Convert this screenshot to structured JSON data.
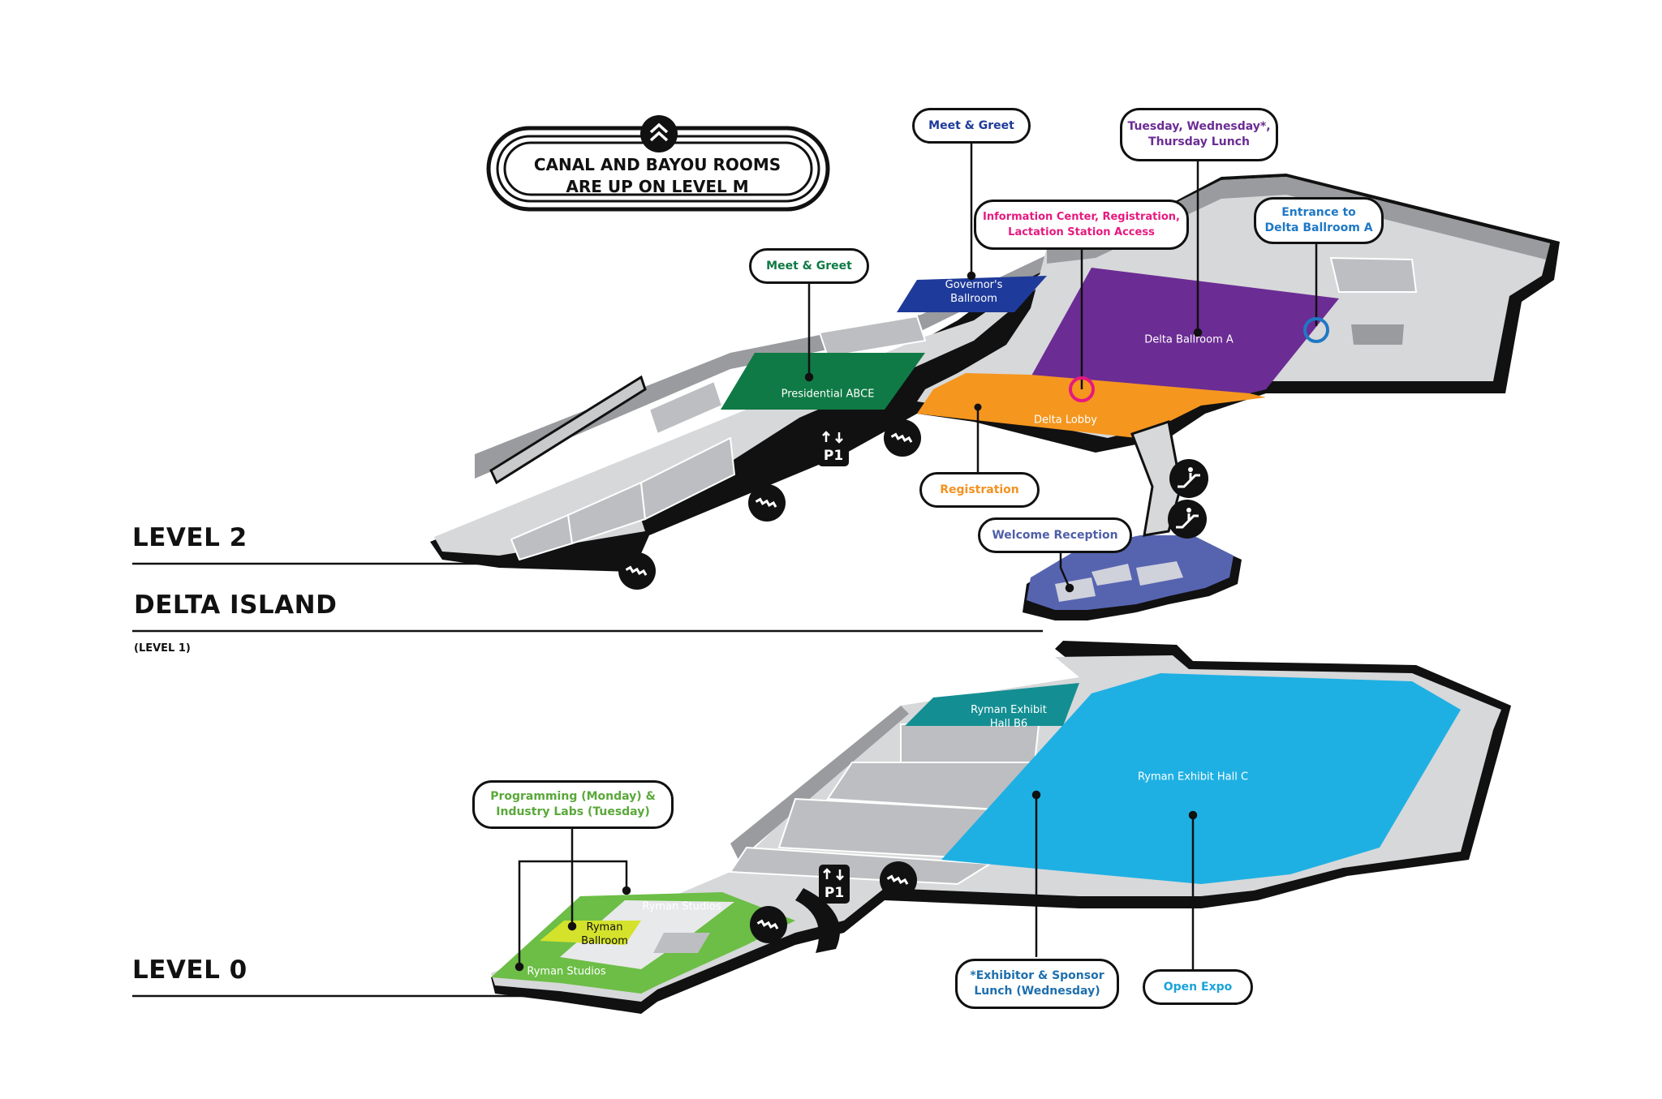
{
  "notice": {
    "line1": "CANAL AND BAYOU ROOMS",
    "line2": "ARE UP ON LEVEL M",
    "icon": "double-chevron-up-icon"
  },
  "levels": {
    "level2": "LEVEL 2",
    "delta_island": "DELTA ISLAND",
    "delta_island_sub": "(LEVEL 1)",
    "level0": "LEVEL 0"
  },
  "rooms": {
    "governors_ballroom": [
      "Governor's",
      "Ballroom"
    ],
    "presidential": "Presidential ABCE",
    "delta_ballroom_a": "Delta Ballroom A",
    "delta_lobby": "Delta Lobby",
    "ryman_b6": [
      "Ryman Exhibit",
      "Hall B6"
    ],
    "ryman_c": "Ryman Exhibit Hall C",
    "ryman_studios_top": "Ryman Studios",
    "ryman_ballroom": [
      "Ryman",
      "Ballroom"
    ],
    "ryman_studios_bottom": "Ryman Studios"
  },
  "callouts": {
    "meet_greet_blue": [
      "Meet & Greet"
    ],
    "lunch_purple": [
      "Tuesday, Wednesday*,",
      "Thursday Lunch"
    ],
    "info_center": [
      "Information Center, Registration,",
      "Lactation Station Access"
    ],
    "entrance_delta": [
      "Entrance to",
      "Delta Ballroom A"
    ],
    "meet_greet_green": [
      "Meet & Greet"
    ],
    "registration": [
      "Registration"
    ],
    "welcome_reception": [
      "Welcome Reception"
    ],
    "programming": [
      "Programming (Monday) &",
      "Industry Labs (Tuesday)"
    ],
    "exhibitor_lunch": [
      "*Exhibitor & Sponsor",
      "Lunch (Wednesday)"
    ],
    "open_expo": [
      "Open Expo"
    ]
  },
  "badges": {
    "elevator_label": "P1"
  },
  "colors": {
    "outline": "#111111",
    "floor_light": "#d7d8da",
    "floor_dark": "#9a9b9e",
    "wall": "#5a5b5d",
    "governors": "#1e3a9a",
    "presidential": "#0f7a45",
    "delta_ballroom": "#6b2c94",
    "delta_lobby": "#f5961f",
    "welcome": "#5664b0",
    "ryman_b6": "#138f93",
    "ryman_c": "#1fb0e3",
    "studios": "#6cbe46",
    "ryman_ballroom": "#d4e22c",
    "info_pink": "#e6197f",
    "entrance_blue": "#1f78c4",
    "registration_orange": "#f39220",
    "welcome_text": "#4e5fa8",
    "programming_text": "#5aa83a",
    "exhibitor_text": "#1e6fae",
    "open_expo_text": "#19a4d8",
    "lunch_text": "#6b2c94",
    "meet_blue_text": "#1e3a9a",
    "meet_green_text": "#0f7a45"
  }
}
